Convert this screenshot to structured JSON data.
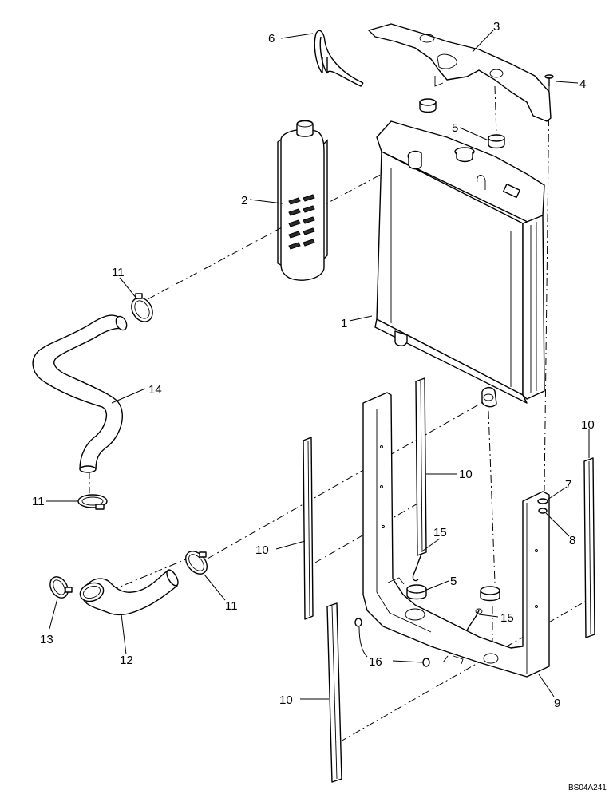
{
  "figure": {
    "reference_code": "BS04A241",
    "callouts": [
      "1",
      "2",
      "3",
      "4",
      "5",
      "5",
      "6",
      "7",
      "8",
      "9",
      "10",
      "10",
      "10",
      "10",
      "11",
      "11",
      "11",
      "12",
      "13",
      "14",
      "15",
      "15",
      "16"
    ]
  }
}
